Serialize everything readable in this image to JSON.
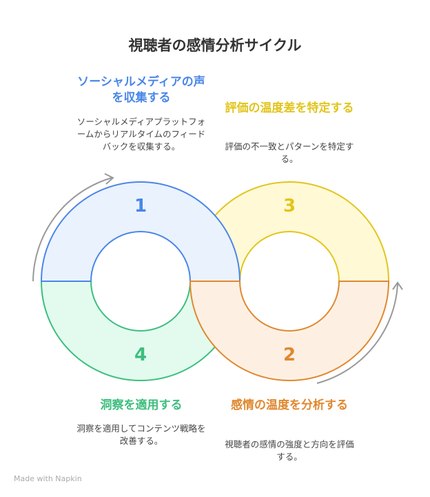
{
  "title": "視聴者の感情分析サイクル",
  "steps": [
    {
      "number": "1",
      "heading": "ソーシャルメディアの声を収集する",
      "description": "ソーシャルメディアプラットフォームからリアルタイムのフィードバックを収集する。",
      "color": "#4A86E8",
      "fill": "#EAF2FE"
    },
    {
      "number": "2",
      "heading": "感情の温度を分析する",
      "description": "視聴者の感情の強度と方向を評価する。",
      "color": "#E0882F",
      "fill": "#FDF0E3"
    },
    {
      "number": "3",
      "heading": "評価の温度差を特定する",
      "description": "評価の不一致とパターンを特定する。",
      "color": "#E2C51C",
      "fill": "#FFF9D6"
    },
    {
      "number": "4",
      "heading": "洞察を適用する",
      "description": "洞察を適用してコンテンツ戦略を改善する。",
      "color": "#3DBE7E",
      "fill": "#E2FBEE"
    }
  ],
  "footer": "Made with Napkin"
}
